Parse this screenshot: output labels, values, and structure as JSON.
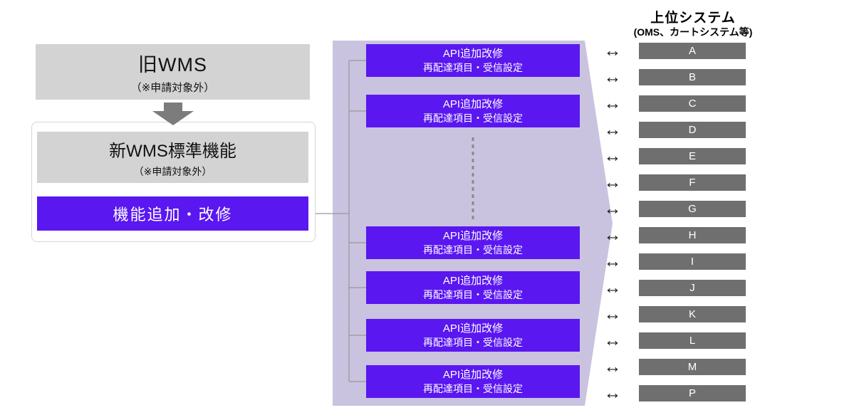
{
  "colors": {
    "purple": "#5a17f0",
    "lavender": "#c9c3e0",
    "light_gray_box": "#d3d3d3",
    "dark_gray_bar": "#6f6f6f",
    "connector_gray": "#999999",
    "arrow_gray": "#7c7c7c"
  },
  "left": {
    "old_wms": {
      "title": "旧WMS",
      "subtitle": "（※申請対象外）"
    },
    "new_wms": {
      "title": "新WMS標準機能",
      "subtitle": "（※申請対象外）"
    },
    "feature": {
      "label": "機能追加・改修"
    }
  },
  "middle": {
    "api_boxes": [
      {
        "line1": "API追加改修",
        "line2": "再配達項目・受信設定"
      },
      {
        "line1": "API追加改修",
        "line2": "再配達項目・受信設定"
      },
      {
        "line1": "API追加改修",
        "line2": "再配達項目・受信設定"
      },
      {
        "line1": "API追加改修",
        "line2": "再配達項目・受信設定"
      },
      {
        "line1": "API追加改修",
        "line2": "再配達項目・受信設定"
      },
      {
        "line1": "API追加改修",
        "line2": "再配達項目・受信設定"
      }
    ]
  },
  "right": {
    "header": {
      "title": "上位システム",
      "subtitle": "(OMS、カートシステム等)"
    },
    "systems": [
      "A",
      "B",
      "C",
      "D",
      "E",
      "F",
      "G",
      "H",
      "I",
      "J",
      "K",
      "L",
      "M",
      "P"
    ],
    "arrow_icon": "↔"
  }
}
